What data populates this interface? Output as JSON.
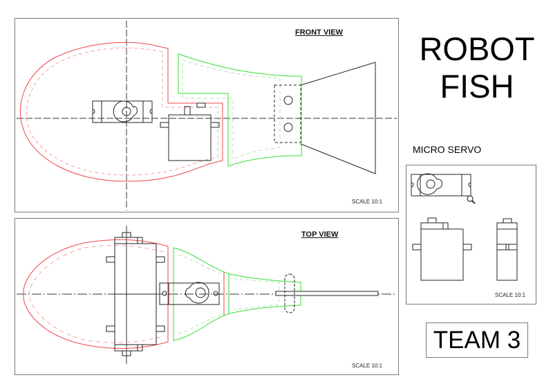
{
  "title": {
    "line1": "ROBOT",
    "line2": "FISH"
  },
  "views": {
    "front": {
      "label": "FRONT VIEW",
      "scale": "SCALE 10:1"
    },
    "top": {
      "label": "TOP VIEW",
      "scale": "SCALE 10:1"
    }
  },
  "servo_panel": {
    "title": "MICRO SERVO",
    "scale": "SCALE 10:1"
  },
  "team": {
    "label": "TEAM 3"
  },
  "colors": {
    "head": "#ee4444",
    "body": "#33dd33",
    "outline": "#222222",
    "frame": "#7a7a7a"
  }
}
